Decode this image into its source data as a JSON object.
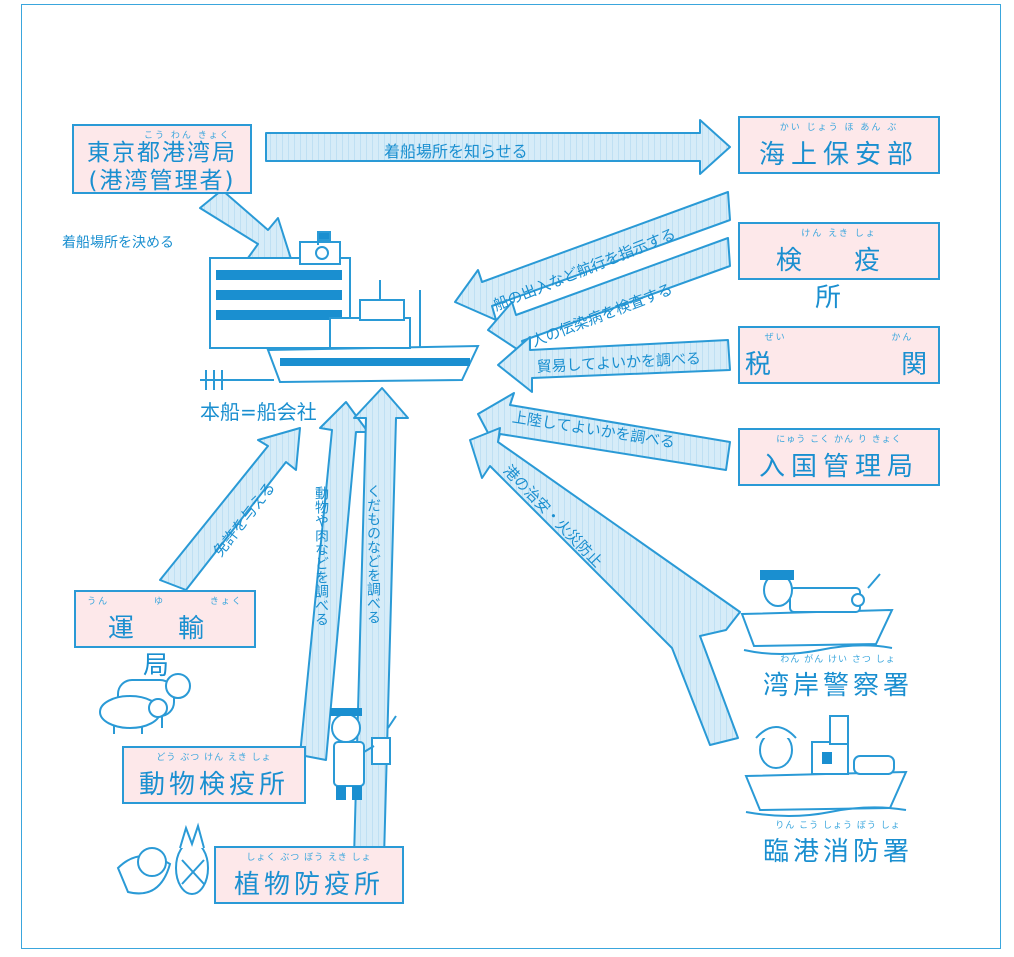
{
  "colors": {
    "line": "#2a9ad6",
    "arrow_fill": "#d6ecf8",
    "box_fill": "#fde8ea"
  },
  "center": {
    "label": "本船=船会社"
  },
  "agencies": {
    "tokyo_port": {
      "line1": "東京都港湾局",
      "line2": "(港湾管理者)",
      "ruby": "こう わん きょく"
    },
    "coast_guard": {
      "name": "海上保安部",
      "ruby": "かい じょう ほ あん ぶ"
    },
    "quarantine": {
      "name": "検 疫 所",
      "ruby": "けん えき しょ"
    },
    "customs": {
      "name": "税 関",
      "ruby": "ぜい かん"
    },
    "immigration": {
      "name": "入国管理局",
      "ruby": "にゅう こく かん り きょく"
    },
    "transport": {
      "name": "運 輸 局",
      "ruby": "うん ゆ きょく"
    },
    "animal_quarantine": {
      "name": "動物検疫所",
      "ruby": "どう ぶつ けん えき しょ"
    },
    "plant_quarantine": {
      "name": "植物防疫所",
      "ruby": "しょく ぶつ ぼう えき しょ"
    },
    "police": {
      "name": "湾岸警察署",
      "ruby": "わん がん けい さつ しょ"
    },
    "fire": {
      "name": "臨港消防署",
      "ruby": "りん こう しょう ぼう しょ"
    }
  },
  "arrows": {
    "notify_berth": "着船場所を知らせる",
    "decide_berth": "着船場所を決める",
    "navigation": "船の出入など航行を指示する",
    "infection": "人の伝染病を検査する",
    "trade": "貿易してよいかを調べる",
    "landing": "上陸してよいかを調べる",
    "safety": "港の治安・火災防止",
    "license": "免許を与える",
    "animals": "動物や肉などを調べる",
    "fruits": "くだものなどを調べる"
  },
  "icons": [
    "ship-building-icon",
    "patrol-boat-icon",
    "fire-boat-icon",
    "livestock-icon",
    "inspector-icon",
    "fruits-icon"
  ]
}
